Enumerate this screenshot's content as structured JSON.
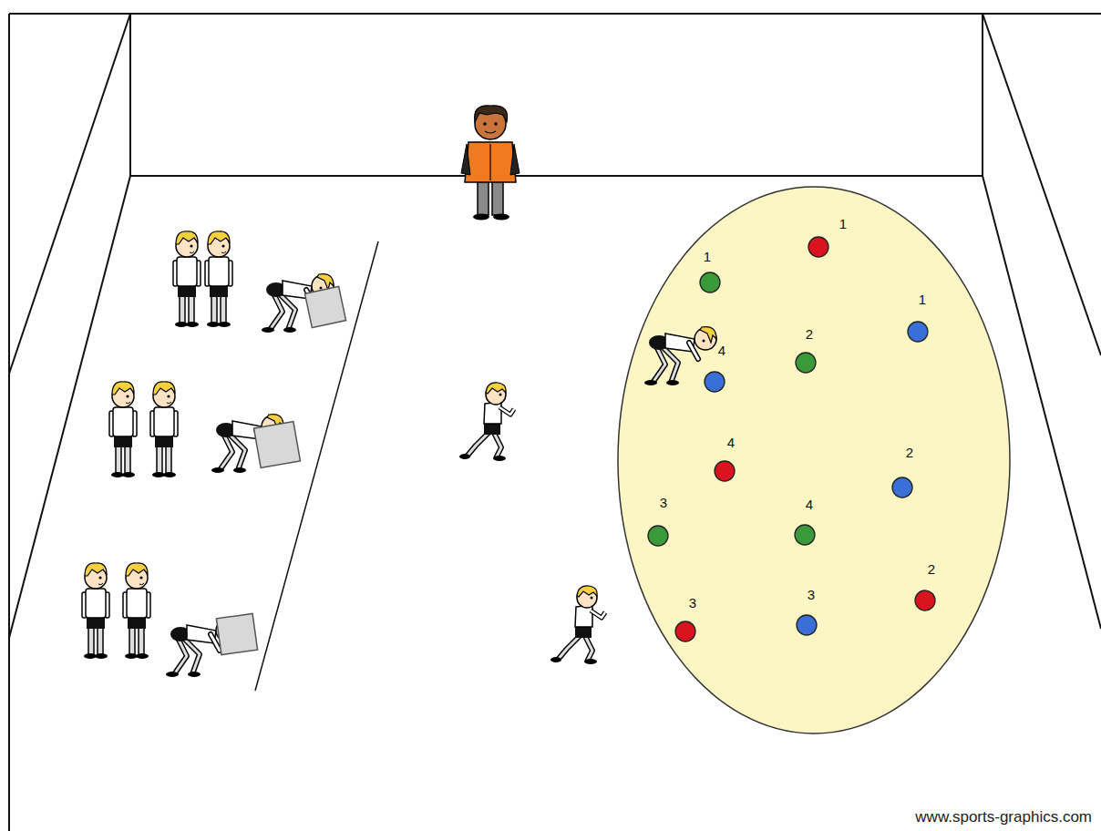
{
  "diagram": {
    "labels": [
      "1",
      "1",
      "1",
      "2",
      "4",
      "4",
      "2",
      "3",
      "4",
      "2",
      "3",
      "3",
      "www.sports-graphics.com"
    ]
  }
}
